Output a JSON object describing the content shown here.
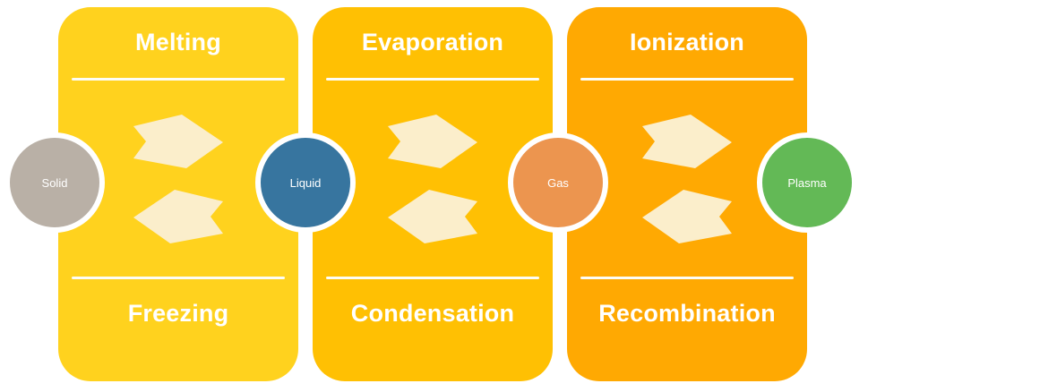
{
  "diagram": {
    "cards": [
      {
        "top_label": "Melting",
        "bottom_label": "Freezing",
        "color": "#FFD21E"
      },
      {
        "top_label": "Evaporation",
        "bottom_label": "Condensation",
        "color": "#FFC003"
      },
      {
        "top_label": "Ionization",
        "bottom_label": "Recombination",
        "color": "#FFA902"
      }
    ],
    "states": [
      {
        "label": "Solid",
        "color": "#B9B0A6"
      },
      {
        "label": "Liquid",
        "color": "#37759F"
      },
      {
        "label": "Gas",
        "color": "#EC954F"
      },
      {
        "label": "Plasma",
        "color": "#63B956"
      }
    ],
    "colors": {
      "arrow": "#FBEECB",
      "divider": "#FDFDF6",
      "text": "#FFFFFF",
      "background": "#FFFFFF"
    }
  }
}
